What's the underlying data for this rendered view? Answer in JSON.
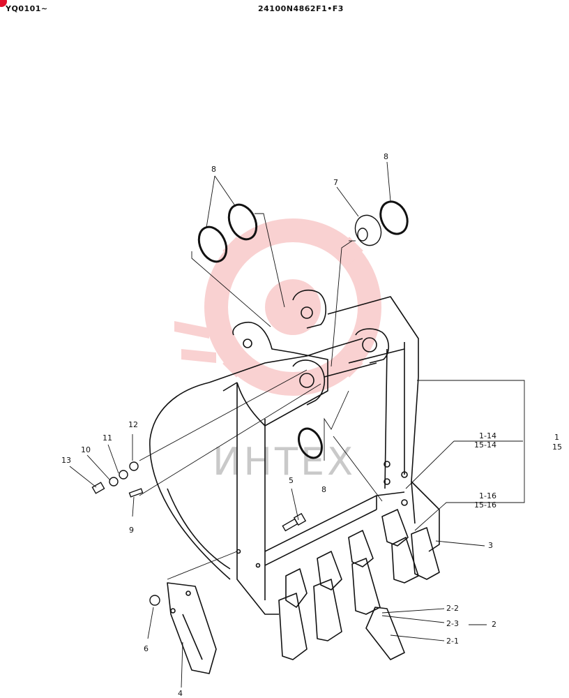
{
  "header": {
    "serial_range": "YQ0101~",
    "drawing_number": "24100N4862F1•F3"
  },
  "watermark": {
    "brand": "ИНТЕХ",
    "logo_icon": "gear-logo-icon",
    "color": "#f29a9a"
  },
  "corner_mark": {
    "icon": "red-dot-icon",
    "color": "#e0102b"
  },
  "callouts": {
    "c8a": "8",
    "c8b": "8",
    "c8c": "8",
    "c7": "7",
    "c1_14": "1-14",
    "c15_14": "15-14",
    "c1": "1",
    "c15": "15",
    "c1_16": "1-16",
    "c15_16": "15-16",
    "c3": "3",
    "c5": "5",
    "c12": "12",
    "c11": "11",
    "c10": "10",
    "c13": "13",
    "c9": "9",
    "c6": "6",
    "c4": "4",
    "c2_2": "2-2",
    "c2_3": "2-3",
    "c2_1": "2-1",
    "c2": "2"
  }
}
